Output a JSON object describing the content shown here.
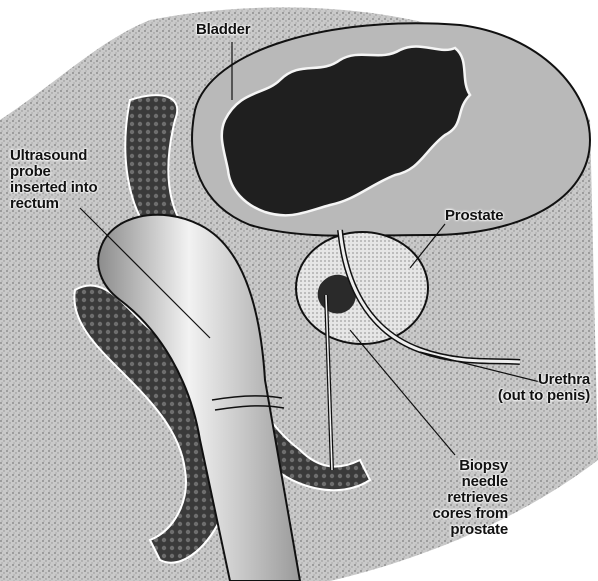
{
  "labels": {
    "bladder": "Bladder",
    "probe": "Ultrasound\nprobe\ninserted into\nrectum",
    "prostate": "Prostate",
    "urethra": "Urethra\n(out to penis)",
    "needle": "Biopsy\nneedle\nretrieves\ncores from\nprostate"
  },
  "colors": {
    "tissue_light": "#cfcfcf",
    "tissue_mid": "#a8a8a8",
    "tissue_dark": "#2a2a2a",
    "outline": "#111111"
  }
}
